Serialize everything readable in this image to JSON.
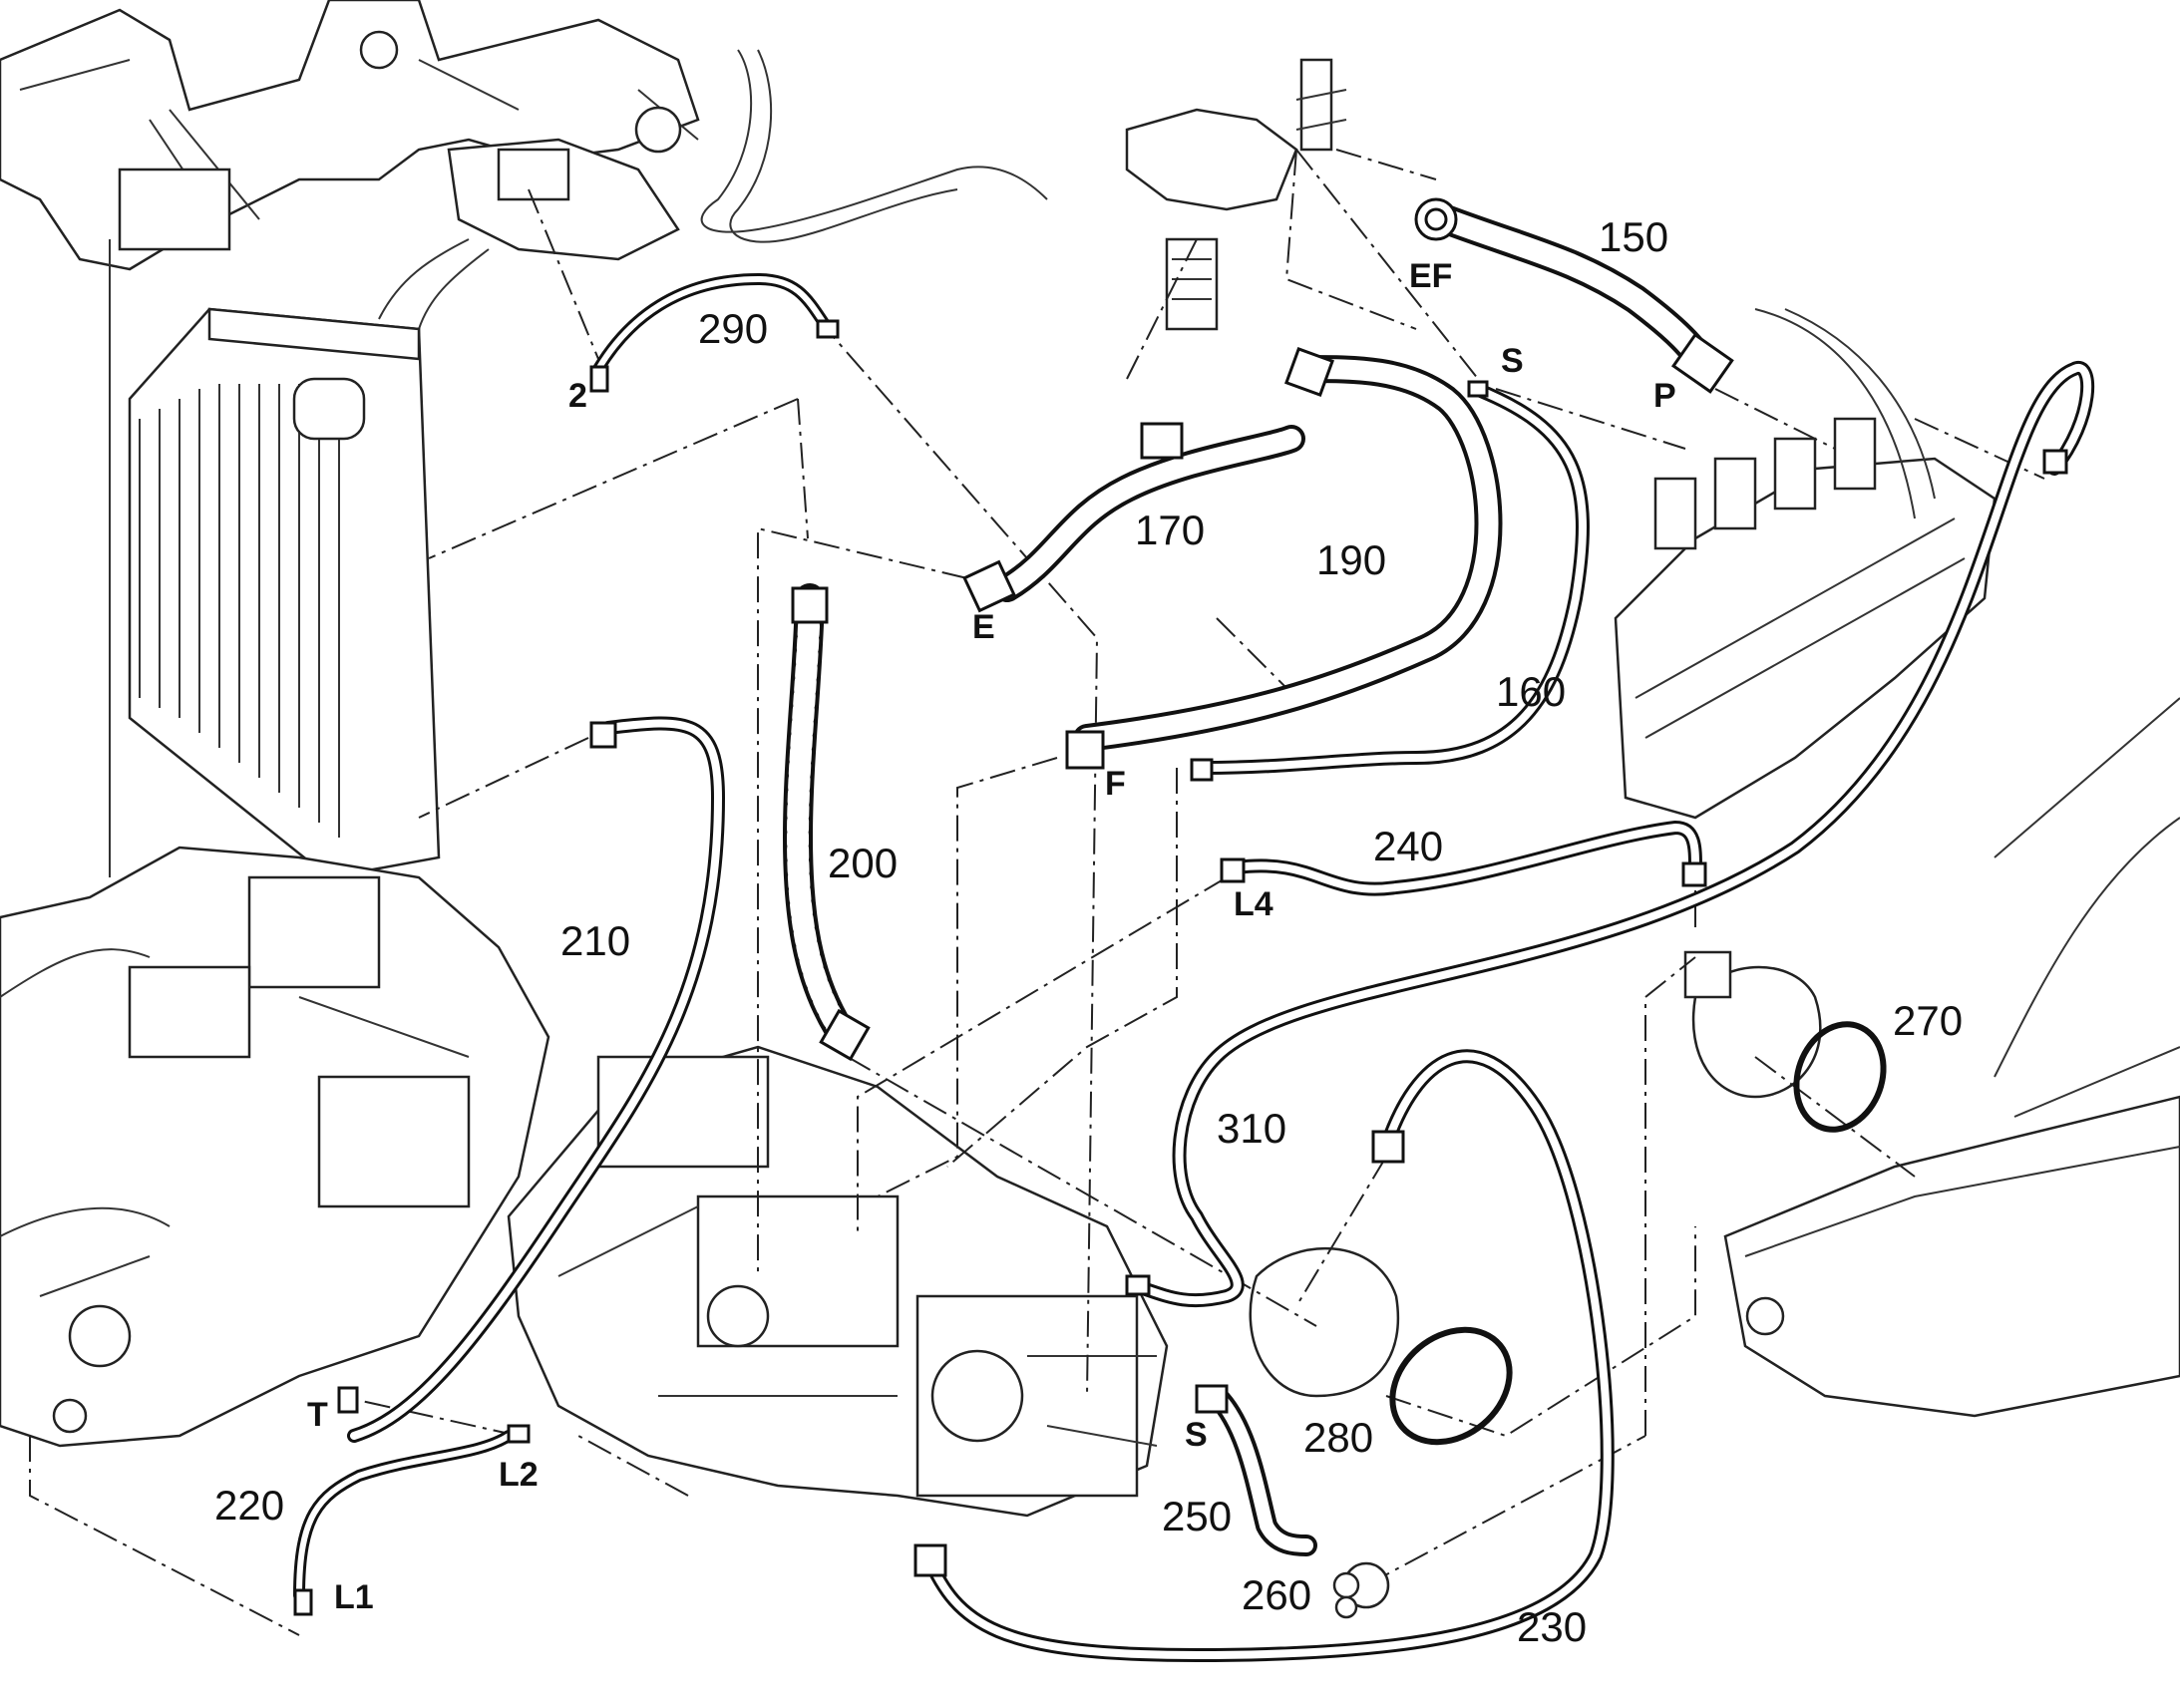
{
  "part_numbers": {
    "p150": "150",
    "p160": "160",
    "p170": "170",
    "p190": "190",
    "p200": "200",
    "p210": "210",
    "p220": "220",
    "p230": "230",
    "p240": "240",
    "p250": "250",
    "p260": "260",
    "p270": "270",
    "p280": "280",
    "p290": "290",
    "p310": "310"
  },
  "port_labels": {
    "ef": "EF",
    "p": "P",
    "s_upper": "S",
    "e": "E",
    "f": "F",
    "two": "2",
    "l4": "L4",
    "t": "T",
    "l2": "L2",
    "l1": "L1",
    "s_lower": "S"
  }
}
